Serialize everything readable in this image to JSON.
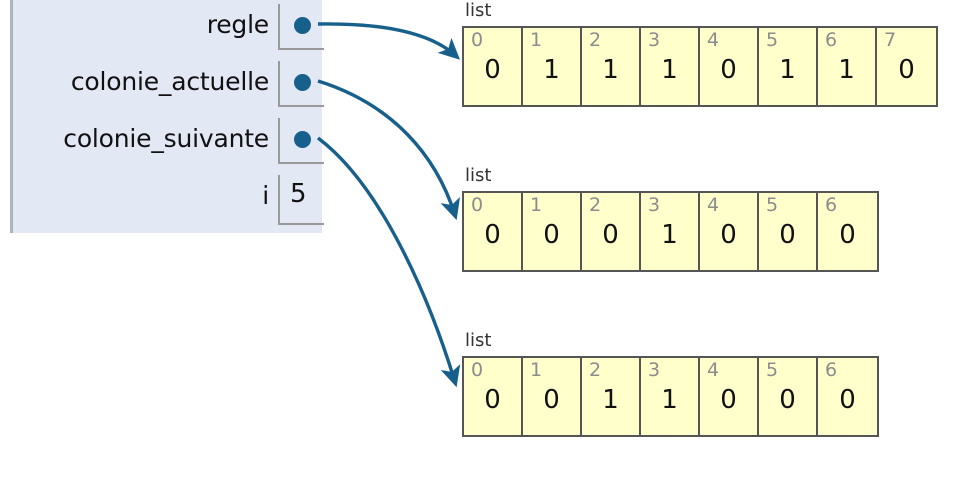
{
  "diagram": {
    "kind": "python-tutor-memory-diagram",
    "colors": {
      "frame_bg": "#e3e8f5",
      "frame_border": "#a9b6bd",
      "slot_border": "#9a9a9a",
      "pointer": "#18608c",
      "list_bg": "#ffffcc",
      "list_border": "#555555",
      "index_text": "#8c8c8c",
      "value_text": "#111111"
    }
  },
  "frame": {
    "variables": [
      {
        "name": "regle",
        "kind": "pointer",
        "value": "",
        "target": 0
      },
      {
        "name": "colonie_actuelle",
        "kind": "pointer",
        "value": "",
        "target": 1
      },
      {
        "name": "colonie_suivante",
        "kind": "pointer",
        "value": "",
        "target": 2
      },
      {
        "name": "i",
        "kind": "scalar",
        "value": "5",
        "target": null
      }
    ]
  },
  "objects": [
    {
      "type_label": "list",
      "indices": [
        "0",
        "1",
        "2",
        "3",
        "4",
        "5",
        "6",
        "7"
      ],
      "values": [
        "0",
        "1",
        "1",
        "1",
        "0",
        "1",
        "1",
        "0"
      ]
    },
    {
      "type_label": "list",
      "indices": [
        "0",
        "1",
        "2",
        "3",
        "4",
        "5",
        "6"
      ],
      "values": [
        "0",
        "0",
        "0",
        "1",
        "0",
        "0",
        "0"
      ]
    },
    {
      "type_label": "list",
      "indices": [
        "0",
        "1",
        "2",
        "3",
        "4",
        "5",
        "6"
      ],
      "values": [
        "0",
        "0",
        "1",
        "1",
        "0",
        "0",
        "0"
      ]
    }
  ]
}
